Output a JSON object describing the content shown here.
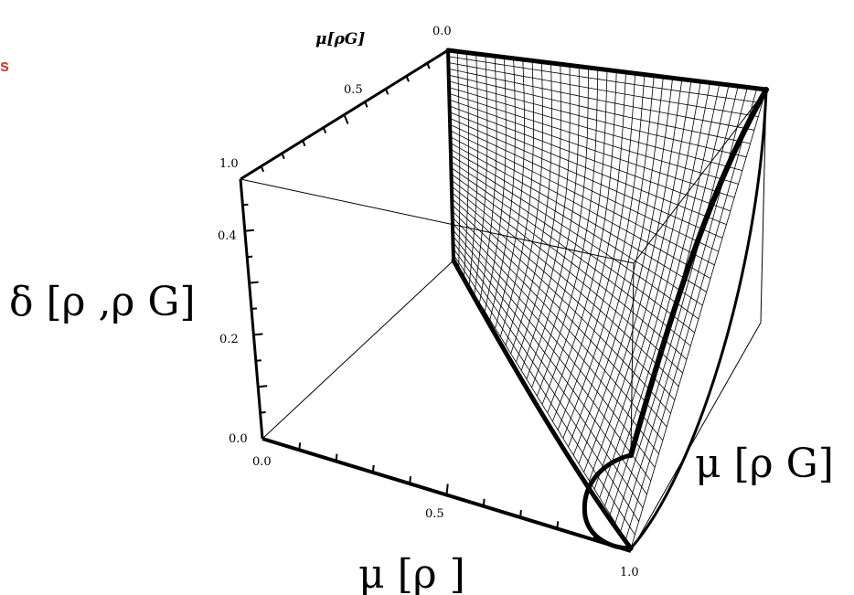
{
  "fragment_text": "s",
  "colors": {
    "fragment": "#d23a2a",
    "ink": "#000000",
    "background": "#ffffff"
  },
  "chart_data": {
    "type": "surface3d",
    "x_axis": {
      "label": "μ [ρ ]",
      "ticks": [
        "0.0",
        "0.5",
        "1.0"
      ],
      "range": [
        0,
        1
      ]
    },
    "y_axis": {
      "label": "μ [ρ G]",
      "ticks": [
        "0.0",
        "0.5",
        "1.0"
      ],
      "range": [
        0,
        1
      ]
    },
    "z_axis": {
      "label": "δ [ρ ,ρ G]",
      "ticks": [
        "0.0",
        "0.2",
        "0.4"
      ],
      "range": [
        0,
        0.5
      ]
    },
    "top_axis_label": "μ[ρG]",
    "grid": false,
    "mesh": true
  }
}
